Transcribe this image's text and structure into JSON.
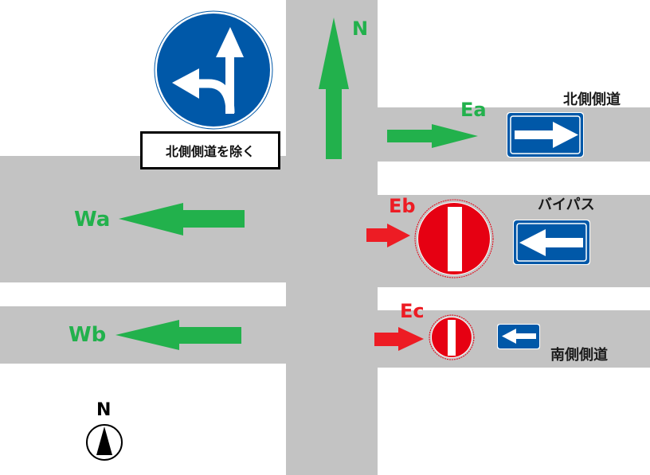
{
  "diagram": {
    "type": "road-intersection-traffic-regulation",
    "colors": {
      "road": "#c3c3c3",
      "background": "#ffffff",
      "allowed_arrow": "#22b14c",
      "prohibited_arrow": "#ed1c24",
      "sign_blue": "#0058a8",
      "sign_red": "#e60012",
      "sign_white": "#ffffff"
    },
    "direction_labels": {
      "north_arrow": "N",
      "compass": "N"
    },
    "main_sign": {
      "name": "designated-direction-straight-or-left",
      "caption": "北側側道を除く"
    },
    "routes": [
      {
        "id": "Ea",
        "label": "Ea",
        "status": "allowed",
        "road_name": "北側側道",
        "sign": "one-way-right"
      },
      {
        "id": "Eb",
        "label": "Eb",
        "status": "prohibited",
        "road_name": "バイパス",
        "sign": "one-way-left"
      },
      {
        "id": "Ec",
        "label": "Ec",
        "status": "prohibited",
        "road_name": "南側側道",
        "sign": "one-way-left"
      },
      {
        "id": "Wa",
        "label": "Wa",
        "status": "allowed"
      },
      {
        "id": "Wb",
        "label": "Wb",
        "status": "allowed"
      }
    ]
  }
}
